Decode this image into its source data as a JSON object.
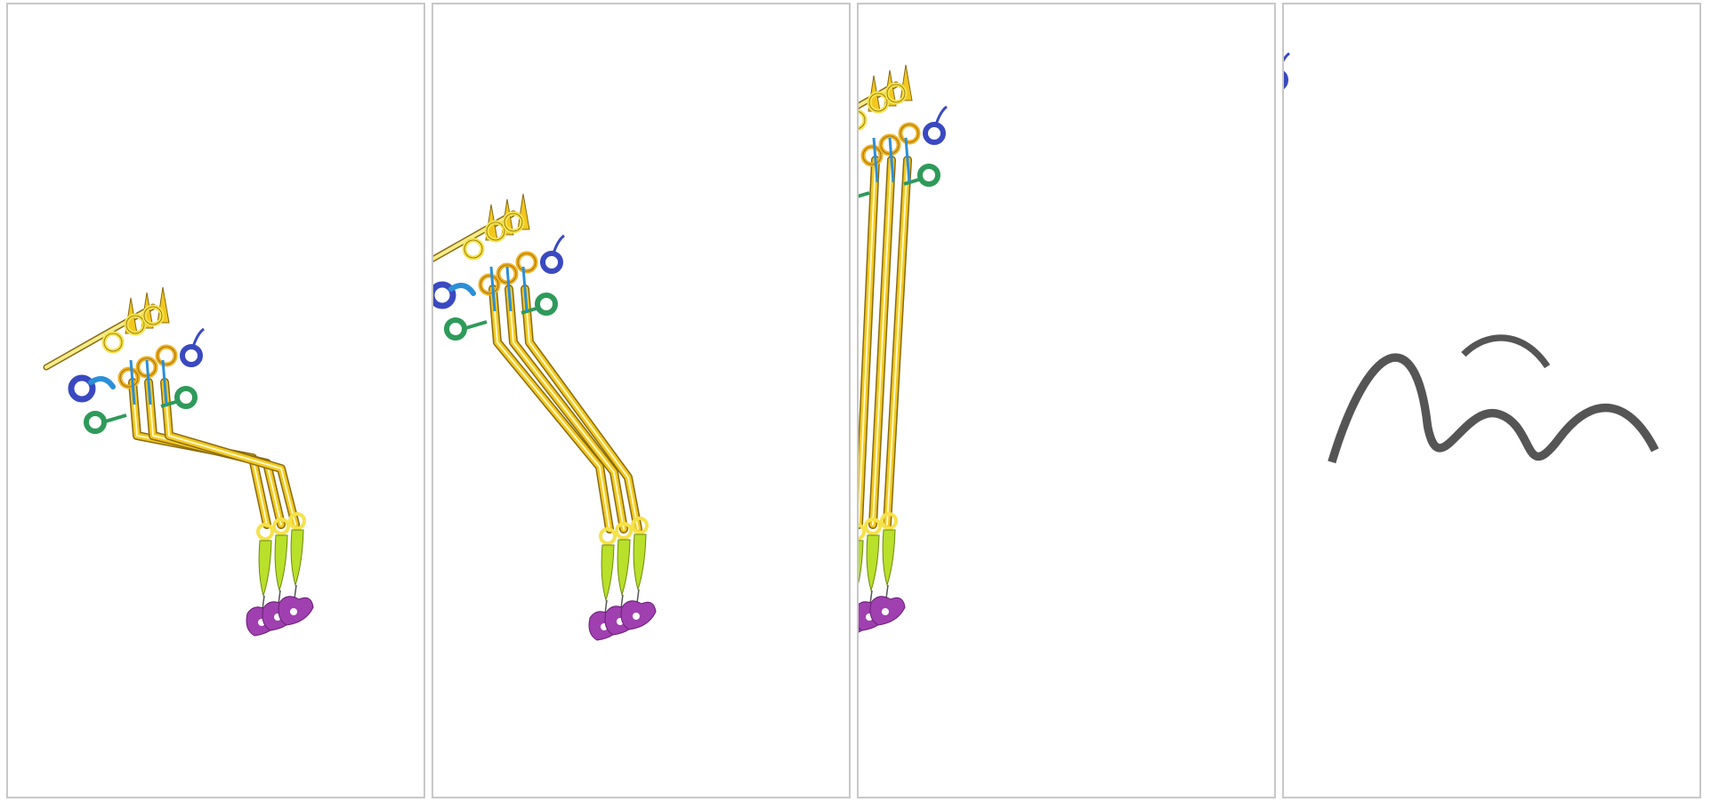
{
  "figure": {
    "panels": [
      {
        "id": "panel-1",
        "stage": "bent"
      },
      {
        "id": "panel-2",
        "stage": "bent-elevated"
      },
      {
        "id": "panel-3",
        "stage": "straight"
      },
      {
        "id": "panel-4",
        "stage": "straight-kinked"
      }
    ],
    "signature_text": "",
    "colors": {
      "axon_yellow": "#f2c81e",
      "axon_pale": "#f4ec8a",
      "axon_dark": "#8a6a10",
      "ring_yellow": "#f5e24a",
      "ring_orange": "#f0b020",
      "soma_blue": "#3a49c0",
      "soma_lightblue": "#2b8fd8",
      "soma_green": "#2e9a5a",
      "terminal_lime": "#b9e02a",
      "terminal_purple": "#a040b0",
      "frame_gray": "#c8c8c8"
    }
  }
}
